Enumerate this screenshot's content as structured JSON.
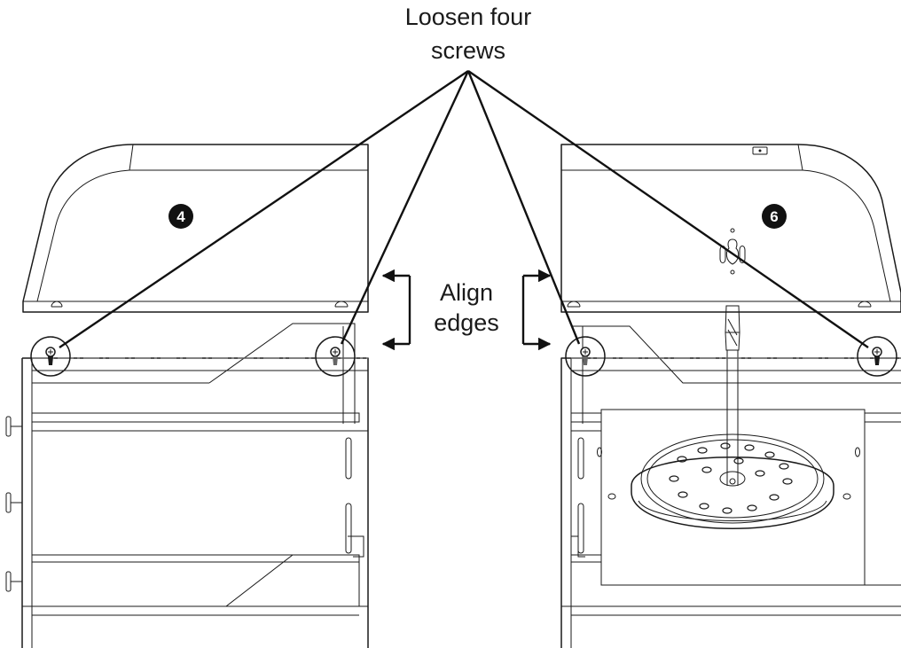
{
  "callout": {
    "loosen_line1": "Loosen four",
    "loosen_line2": "screws",
    "align_line1": "Align",
    "align_line2": "edges"
  },
  "badges": {
    "left": "4",
    "right": "6"
  },
  "colors": {
    "ink": "#1a1a1a",
    "background": "#ffffff",
    "centerline": "#777777"
  }
}
